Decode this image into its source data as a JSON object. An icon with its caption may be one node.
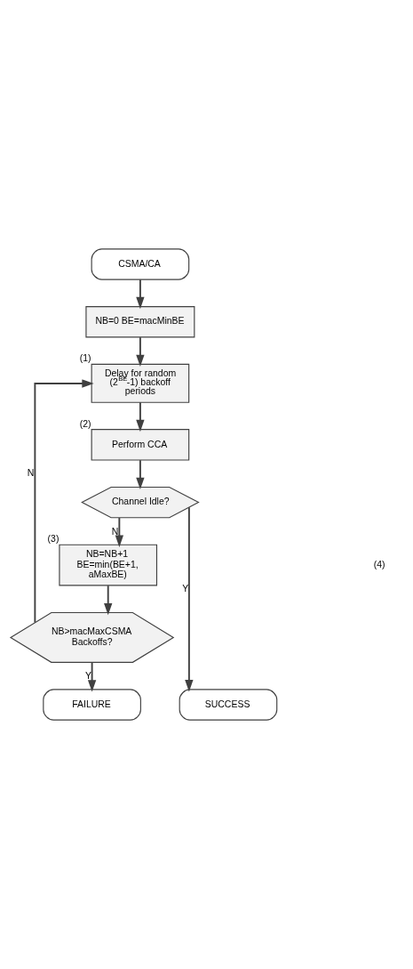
{
  "diagram": {
    "nodes": [
      {
        "text": [
          "CSMA/CA"
        ]
      },
      {
        "text": [
          "NB=0 BE=macMinBE"
        ]
      },
      {
        "text": [
          "Delay for random (2$^{BE}$-1) backoff periods"
        ],
        "beside": [
          "(1)"
        ]
      },
      {
        "text": [
          "Perform CCA"
        ],
        "beside": [
          "(2)"
        ]
      },
      {
        "text": [
          "Channel Idle?"
        ]
      },
      {
        "text": [
          "NB=NB+1 BE=min(BE+1, aMaxBE)"
        ],
        "beside": [
          "(3)"
        ]
      },
      {
        "text": [
          "NB>macMaxCSMA Backoffs?"
        ]
      },
      {
        "text": [
          "FAILURE"
        ]
      },
      {
        "text": [
          "SUCCESS"
        ]
      }
    ],
    "edges": [
      {
        "from": 0,
        "to": 1,
        "arrow": "to"
      },
      {
        "from": 1,
        "to": 2,
        "arrow": "to"
      },
      {
        "from": 2,
        "to": 3,
        "arrow": "to"
      },
      {
        "from": 3,
        "to": 4,
        "arrow": "to"
      },
      {
        "from": 4,
        "to": 5,
        "arrow": "to",
        "label": "N"
      },
      {
        "from": 5,
        "to": 6,
        "arrow": "to"
      },
      {
        "from": 6,
        "to": 2,
        "arrow": "to",
        "label": "N"
      },
      {
        "from": 6,
        "to": 7,
        "arrow": "to",
        "label": "Y"
      },
      {
        "from": 4,
        "to": 8,
        "arrow": "to",
        "label": "Y"
      }
    ],
    "labels": [
      "(4)"
    ]
  }
}
